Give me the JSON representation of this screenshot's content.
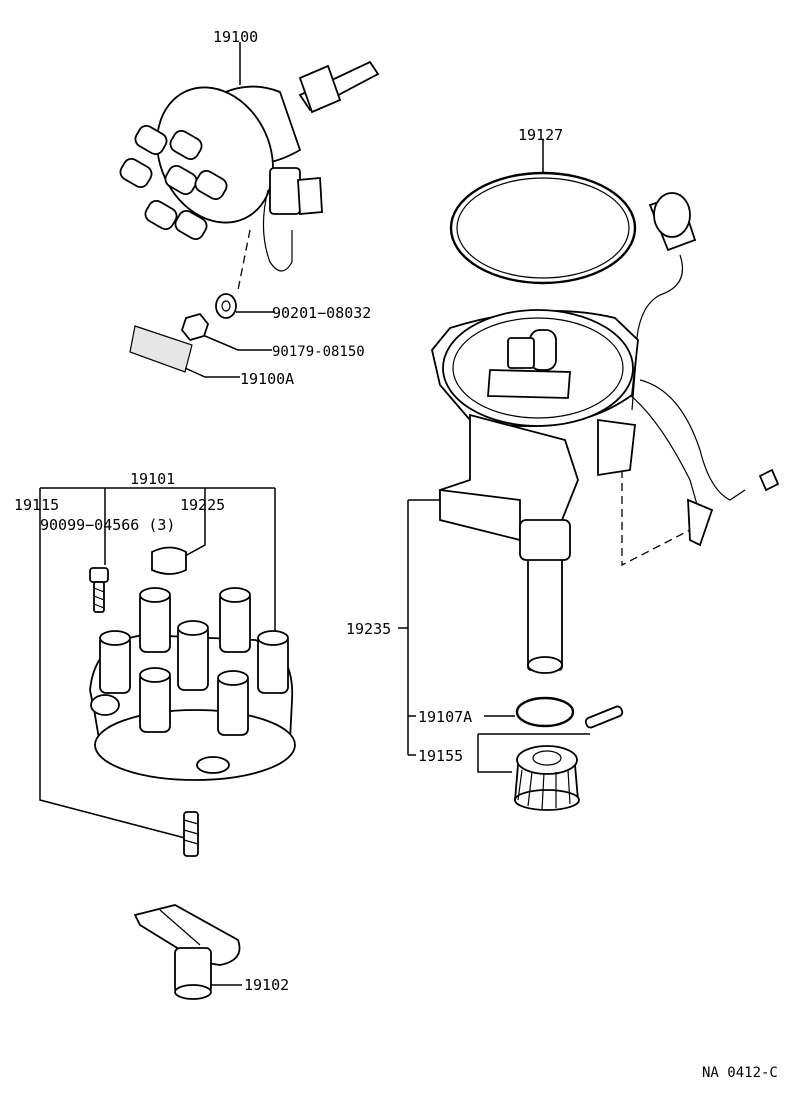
{
  "labels": {
    "p19100": "19100",
    "p90201": "90201−08032",
    "p90179": "90179-08150",
    "p19100A": "19100A",
    "p19127": "19127",
    "p19101": "19101",
    "p19115": "19115",
    "p19225": "19225",
    "p90099": "90099−04566 (3)",
    "p19235": "19235",
    "p19107A": "19107A",
    "p19155": "19155",
    "p19102": "19102",
    "code": "NA  0412-C"
  }
}
